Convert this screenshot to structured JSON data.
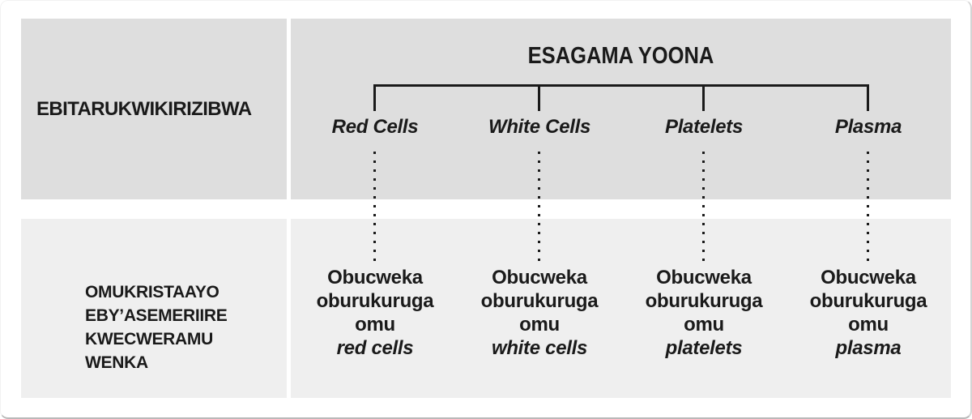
{
  "colors": {
    "box_top_bg": "#dedede",
    "box_bottom_bg": "#efefef",
    "text": "#1a1a1a",
    "line": "#1a1a1a",
    "frame_border": "#b9b9b9",
    "frame_border_light": "#d4d4d4"
  },
  "left_panel": {
    "top_label": "EBITARUKWIKIRIZIBWA",
    "bottom_lines": [
      "OMUKRISTAAYO",
      "EBY’ASEMERIIRE",
      "KWECWERAMU",
      "WENKA"
    ]
  },
  "tree": {
    "root_label": "ESAGAMA YOONA",
    "branches": [
      {
        "label": "Red Cells",
        "line1": "Obucweka",
        "line2": "oburukuruga",
        "line3": "omu",
        "term": "red cells"
      },
      {
        "label": "White Cells",
        "line1": "Obucweka",
        "line2": "oburukuruga",
        "line3": "omu",
        "term": "white cells"
      },
      {
        "label": "Platelets",
        "line1": "Obucweka",
        "line2": "oburukuruga",
        "line3": "omu",
        "term": "platelets"
      },
      {
        "label": "Plasma",
        "line1": "Obucweka",
        "line2": "oburukuruga",
        "line3": "omu",
        "term": "plasma"
      }
    ]
  }
}
